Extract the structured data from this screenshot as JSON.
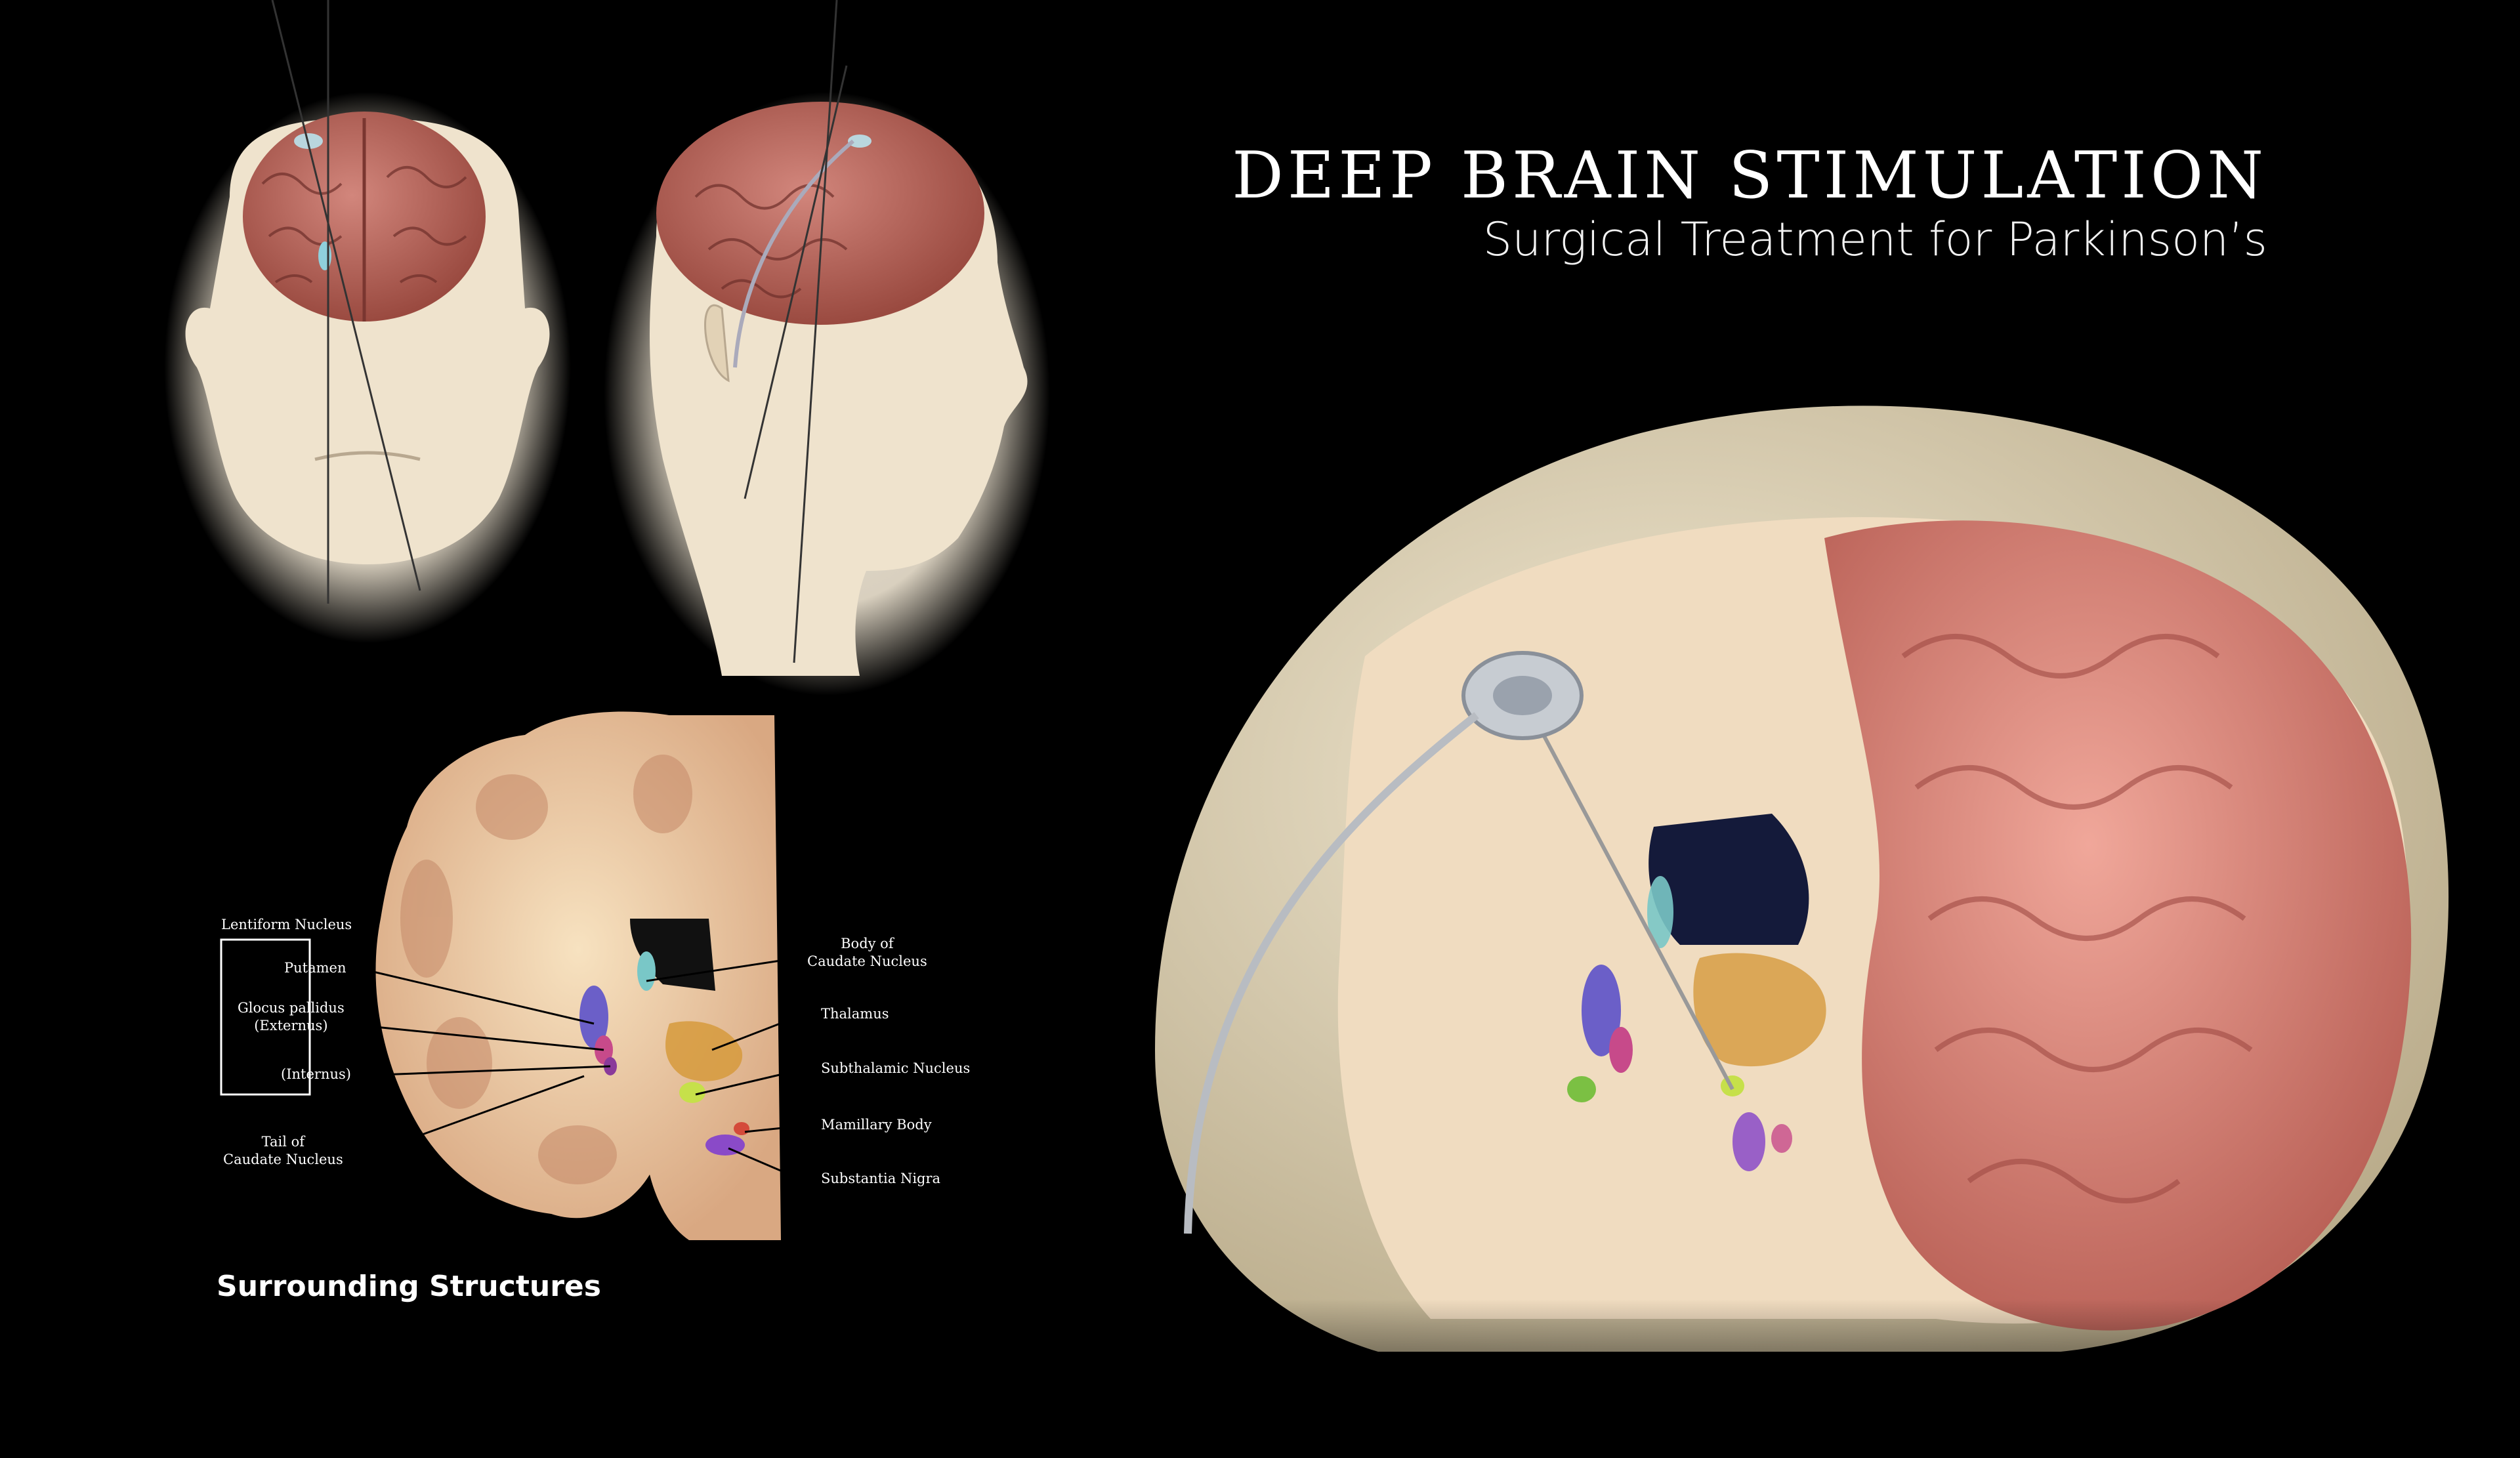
{
  "header": {
    "title": "DEEP BRAIN STIMULATION",
    "subtitle": "Surgical Treatment for Parkinson’s"
  },
  "coronal_section": {
    "heading": "Surrounding Structures",
    "left_labels": {
      "lentiform_nucleus": "Lentiform Nucleus",
      "putamen": "Putamen",
      "globus_pallidus_line1": "Glocus pallidus",
      "globus_pallidus_line2": "(Externus)",
      "internus": "(Internus)",
      "tail_line1": "Tail of",
      "tail_line2": "Caudate Nucleus"
    },
    "right_labels": {
      "body_line1": "Body of",
      "body_line2": "Caudate Nucleus",
      "thalamus": "Thalamus",
      "subthalamic": "Subthalamic Nucleus",
      "mamillary": "Mamillary Body",
      "substantia": "Substantia Nigra"
    }
  },
  "colors": {
    "background": "#000000",
    "skull": "#e8dcc0",
    "brain": "#d98a7e",
    "section_tissue": "#f1cfa8",
    "caudate": "#79c7c7",
    "putamen": "#6b5fc8",
    "globus_externus": "#c74a8a",
    "globus_internus": "#8a3a9a",
    "thalamus": "#d69a3c",
    "subthalamic": "#c6e04a",
    "mamillary": "#d44a3a",
    "substantia_nigra": "#8a4ac8"
  }
}
